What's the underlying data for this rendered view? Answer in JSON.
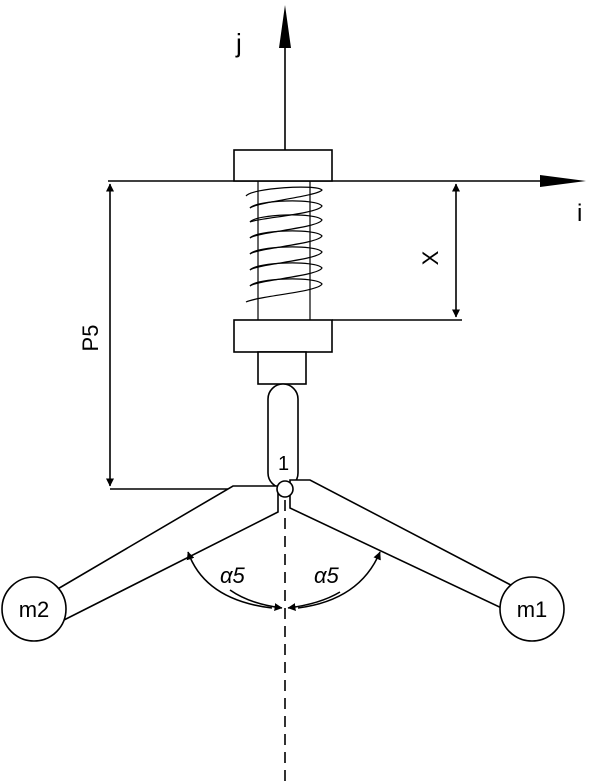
{
  "labels": {
    "axis_j": "j",
    "axis_i": "i",
    "dim_x": "X",
    "dim_p5": "P5",
    "pivot": "1",
    "angle_left": "α5",
    "angle_right": "α5",
    "mass_left": "m2",
    "mass_right": "m1"
  }
}
